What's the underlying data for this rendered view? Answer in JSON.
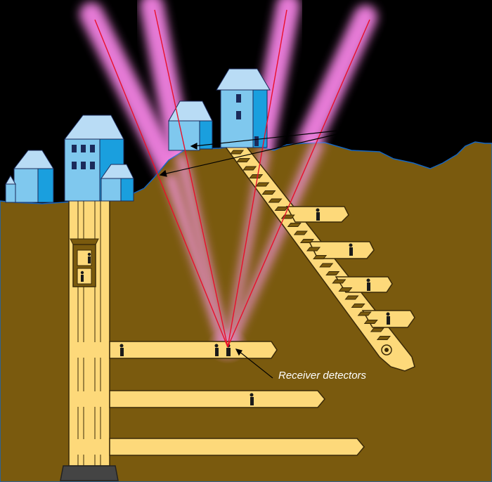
{
  "diagram": {
    "annotation": "Receiver detectors",
    "colors": {
      "background": "#000000",
      "soil": "#7a5a0e",
      "tunnel": "#fdd97a",
      "tunnel_outline": "#3b2a08",
      "house_front": "#7fc8ee",
      "house_side": "#1a9fde",
      "roof": "#b9dcf5",
      "beam": "#e8102a",
      "glow": "#ff88ee",
      "window": "#1b2a5a",
      "person": "#1a1a1a"
    },
    "icons": [
      "house-icon",
      "miner-icon",
      "elevator-cage-icon",
      "muon-beam",
      "receiver-detector"
    ]
  }
}
